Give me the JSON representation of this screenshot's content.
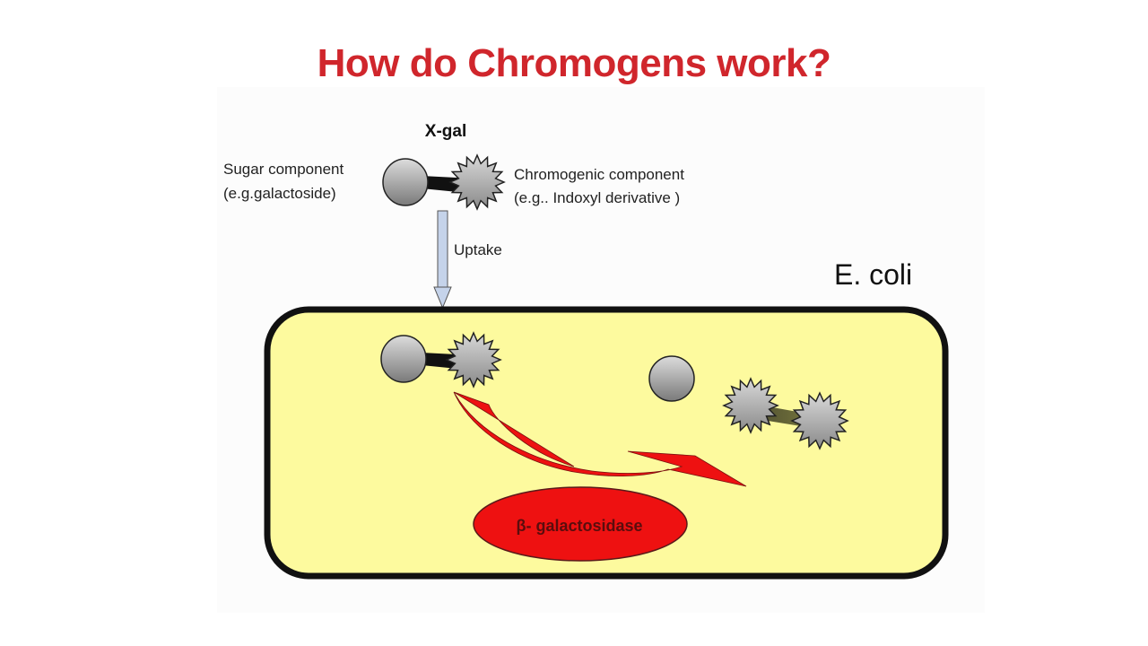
{
  "title": "How do Chromogens work?",
  "diagram": {
    "molecule_name": "X-gal",
    "sugar_label_line1": "Sugar component",
    "sugar_label_line2": "(e.g.galactoside)",
    "chromogen_label_line1": "Chromogenic component",
    "chromogen_label_line2": "(e.g.. Indoxyl derivative )",
    "uptake_label": "Uptake",
    "cell_label": "E. coli",
    "enzyme_label": "β- galactosidase"
  },
  "colors": {
    "title": "#d0262c",
    "cell_fill": "#fdfa9e",
    "enzyme_fill": "#ee1111",
    "arrow_fill": "#ee1111",
    "uptake_arrow": "#c5d3ea",
    "component_gray": "#a8a8a8"
  }
}
